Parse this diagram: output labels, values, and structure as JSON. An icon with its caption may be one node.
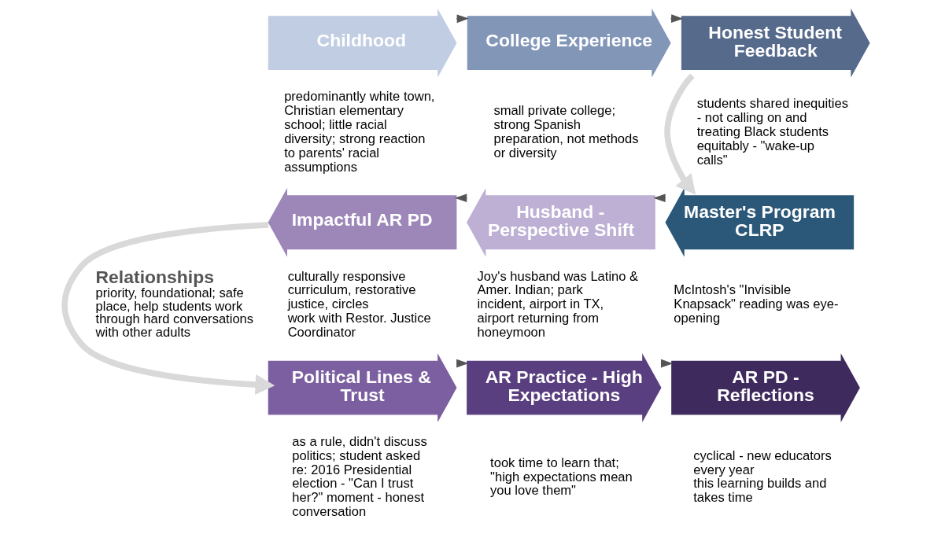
{
  "diagram": {
    "nodes": [
      {
        "text": [
          "Childhood"
        ],
        "beside": [
          "predominantly white town, Christian elementary school; little racial diversity; strong reaction to parents' racial assumptions"
        ]
      },
      {
        "text": [
          "College Experience"
        ],
        "beside": [
          "small private college; strong Spanish preparation, not methods or diversity"
        ]
      },
      {
        "text": [
          "Honest Student Feedback"
        ],
        "beside": [
          "students shared inequities - not calling on and treating Black students equitably - \"wake-up calls\""
        ]
      },
      {
        "text": [
          "Master's Program CLRP"
        ],
        "beside": [
          "McIntosh's \"Invisible Knapsack\" reading was eye-opening"
        ]
      },
      {
        "text": [
          "Husband - Perspective Shift"
        ],
        "beside": [
          "Joy's husband was Latino & Amer. Indian; park incident, airport in TX, airport returning from honeymoon"
        ]
      },
      {
        "text": [
          "Impactful AR PD"
        ],
        "beside": [
          "culturally responsive curriculum, restorative justice, circles",
          "work with Restor. Justice Coordinator"
        ]
      },
      {
        "text": [
          "Political Lines & Trust"
        ],
        "beside": [
          "as a rule, didn't discuss politics; student asked re: 2016 Presidential election - \"Can I trust her?\" moment - honest conversation"
        ]
      },
      {
        "text": [
          "AR Practice - High Expectations"
        ],
        "beside": [
          "took time to learn that; \"high expectations mean you love them\""
        ]
      },
      {
        "text": [
          "AR PD - Reflections"
        ],
        "beside": [
          "cyclical - new educators every year",
          "this learning builds and takes time"
        ]
      }
    ],
    "edges": [
      {
        "from": 0,
        "to": 1,
        "arrow": "to"
      },
      {
        "from": 1,
        "to": 2,
        "arrow": "to"
      },
      {
        "from": 2,
        "to": 3,
        "arrow": "to",
        "style": "thick",
        "color": "#d9d9d9"
      },
      {
        "from": 3,
        "to": 4,
        "arrow": "to"
      },
      {
        "from": 4,
        "to": 5,
        "arrow": "to"
      },
      {
        "from": 5,
        "to": 6,
        "arrow": "to",
        "style": "thick",
        "color": "#d9d9d9"
      },
      {
        "from": 6,
        "to": 7,
        "arrow": "to"
      },
      {
        "from": 7,
        "to": 8,
        "arrow": "to"
      }
    ],
    "labels": [
      "Relationships",
      "priority, foundational; safe place, help students work through hard conversations with other adults"
    ]
  }
}
